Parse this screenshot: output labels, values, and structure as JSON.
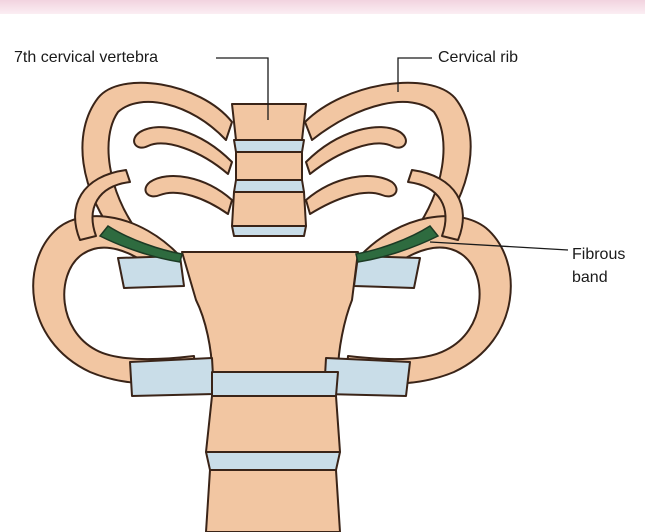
{
  "labels": {
    "vertebra": "7th cervical vertebra",
    "cervical_rib": "Cervical rib",
    "fibrous": "Fibrous",
    "band": "band"
  },
  "colors": {
    "bone": "#f2c6a2",
    "bone_outline": "#3a2418",
    "cartilage": "#c9dde8",
    "fibrous_band": "#2e6b3f",
    "leader": "#1a1a1a"
  }
}
